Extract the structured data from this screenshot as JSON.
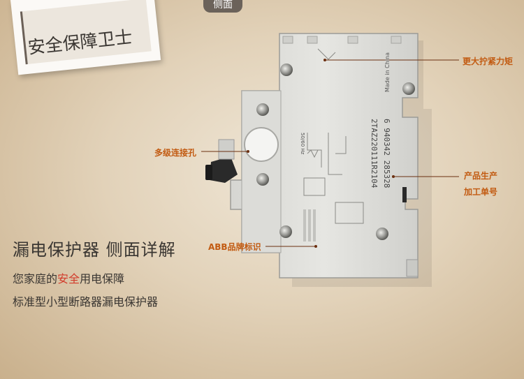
{
  "top_tab": "侧面",
  "badge": "安全保障卫士",
  "title": "漏电保护器 侧面详解",
  "subtitle1_pre": "您家庭的",
  "subtitle1_red": "安全",
  "subtitle1_post": "用电保障",
  "subtitle2": "标准型小型断路器漏电保护器",
  "callouts": {
    "torque": "更大拧紧力矩",
    "multi_hole": "多级连接孔",
    "product_line1": "产品生产",
    "product_line2": "加工单号",
    "abb": "ABB品牌标识"
  },
  "device_print": {
    "made_in": "Made in China",
    "freq": "50/60 Hz",
    "order_code": "2TAZ220111R2104",
    "barcode": "6 940342 285328"
  },
  "colors": {
    "accent_orange": "#c25b12",
    "highlight_red": "#d23a2a"
  }
}
